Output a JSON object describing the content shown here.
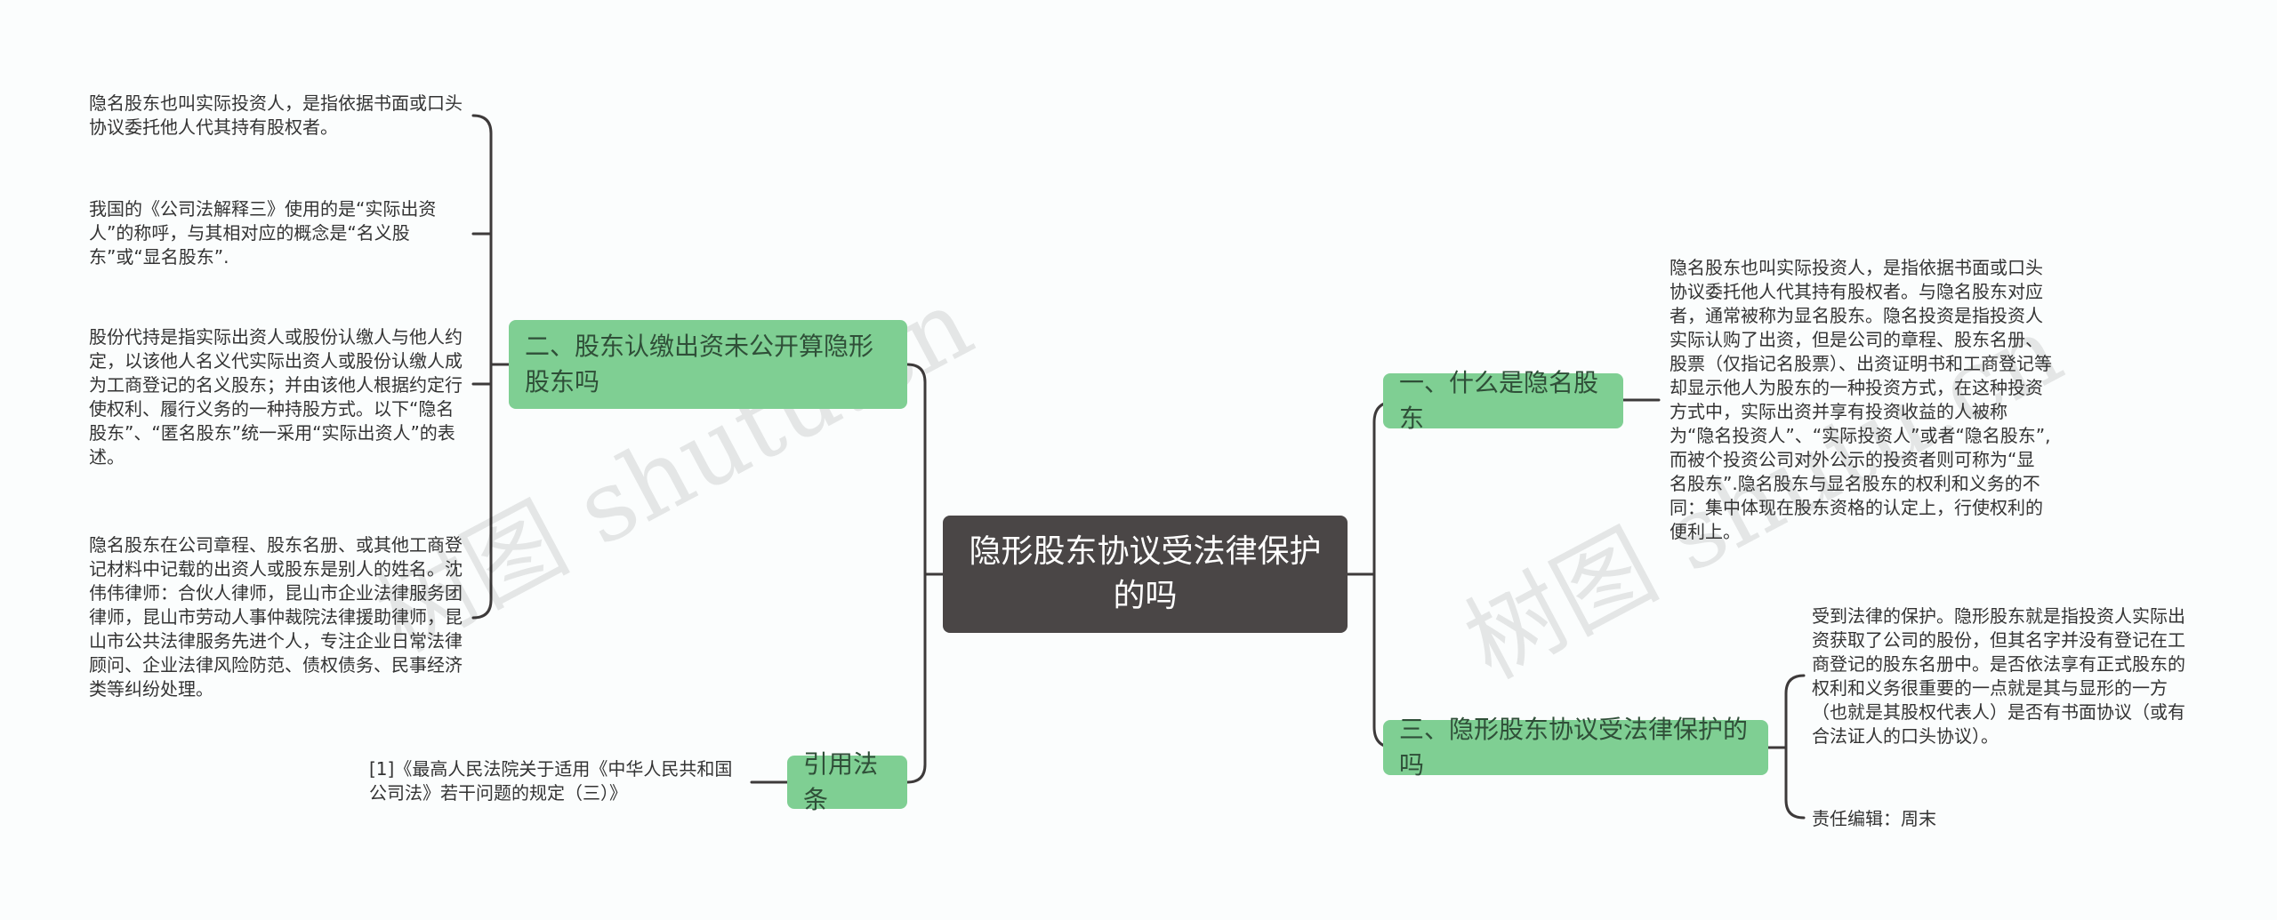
{
  "root": {
    "label": "隐形股东协议受法律保护的吗"
  },
  "branches": [
    {
      "label": "一、什么是隐名股东"
    },
    {
      "label": "三、隐形股东协议受法律保护的吗"
    },
    {
      "label": "二、股东认缴出资未公开算隐形股东吗"
    },
    {
      "label": "引用法条"
    }
  ],
  "leaves": {
    "b1_1": "隐名股东也叫实际投资人，是指依据书面或口头协议委托他人代其持有股权者。与隐名股东对应者，通常被称为显名股东。隐名投资是指投资人实际认购了出资，但是公司的章程、股东名册、股票（仅指记名股票）、出资证明书和工商登记等却显示他人为股东的一种投资方式，在这种投资方式中，实际出资并享有投资收益的人被称为“隐名投资人”、“实际投资人”或者“隐名股东”,而被个投资公司对外公示的投资者则可称为“显名股东”.隐名股东与显名股东的权利和义务的不同：集中体现在股东资格的认定上，行使权利的便利上。",
    "b3_1": "受到法律的保护。隐形股东就是指投资人实际出资获取了公司的股份，但其名字并没有登记在工商登记的股东名册中。是否依法享有正式股东的权利和义务很重要的一点就是其与显形的一方（也就是其股权代表人）是否有书面协议（或有合法证人的口头协议）。",
    "b3_2": "责任编辑：周末",
    "b2_1": "隐名股东也叫实际投资人，是指依据书面或口头协议委托他人代其持有股权者。",
    "b2_2": "我国的《公司法解释三》使用的是“实际出资人”的称呼，与其相对应的概念是“名义股东”或“显名股东”.",
    "b2_3": "股份代持是指实际出资人或股份认缴人与他人约定，以该他人名义代实际出资人或股份认缴人成为工商登记的名义股东；并由该他人根据约定行使权利、履行义务的一种持股方式。以下“隐名股东”、“匿名股东”统一采用“实际出资人”的表述。",
    "b2_4": "隐名股东在公司章程、股东名册、或其他工商登记材料中记载的出资人或股东是别人的姓名。沈伟伟律师：合伙人律师，昆山市企业法律服务团律师，昆山市劳动人事仲裁院法律援助律师，昆山市公共法律服务先进个人，专注企业日常法律顾问、企业法律风险防范、债权债务、民事经济类等纠纷处理。",
    "b4_1": "[1]《最高人民法院关于适用《中华人民共和国公司法》若干问题的规定（三）》"
  },
  "watermarks": [
    "树图 shutu.cn",
    "树图 shutu.cn"
  ],
  "colors": {
    "root_bg": "#4a4646",
    "branch_bg": "#7fcf93",
    "connector": "#3d3a3a"
  }
}
